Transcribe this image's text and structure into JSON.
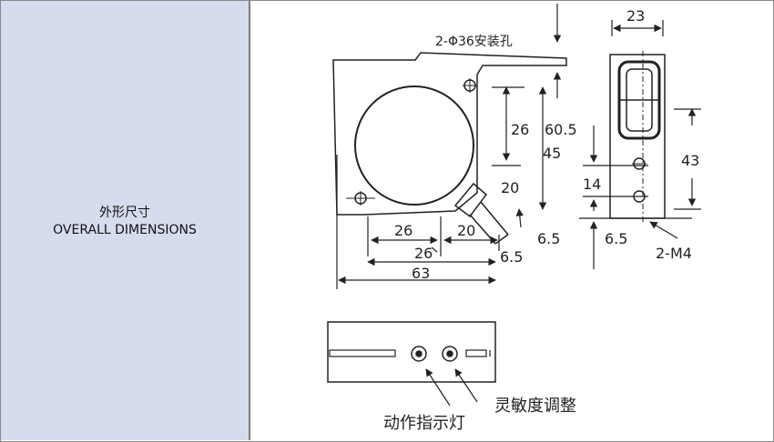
{
  "panel": {
    "title_cn": "外形尺寸",
    "title_en": "OVERALL DIMENSIONS"
  },
  "drawing": {
    "mount_holes_label": "2-Φ36安装孔",
    "dim_23": "23",
    "dim_26_vert": "26",
    "dim_60_5": "60.5",
    "dim_45": "45",
    "dim_43": "43",
    "dim_14": "14",
    "dim_20_vert": "20",
    "dim_26_a": "26",
    "dim_20_horiz": "20",
    "dim_26_b": "26",
    "dim_6_5_a": "6.5",
    "dim_6_5_b": "6.5",
    "dim_6_5_c": "6.5",
    "dim_63": "63",
    "dim_m4": "2-M4",
    "sensitivity_label": "灵敏度调整",
    "indicator_label": "动作指示灯"
  }
}
